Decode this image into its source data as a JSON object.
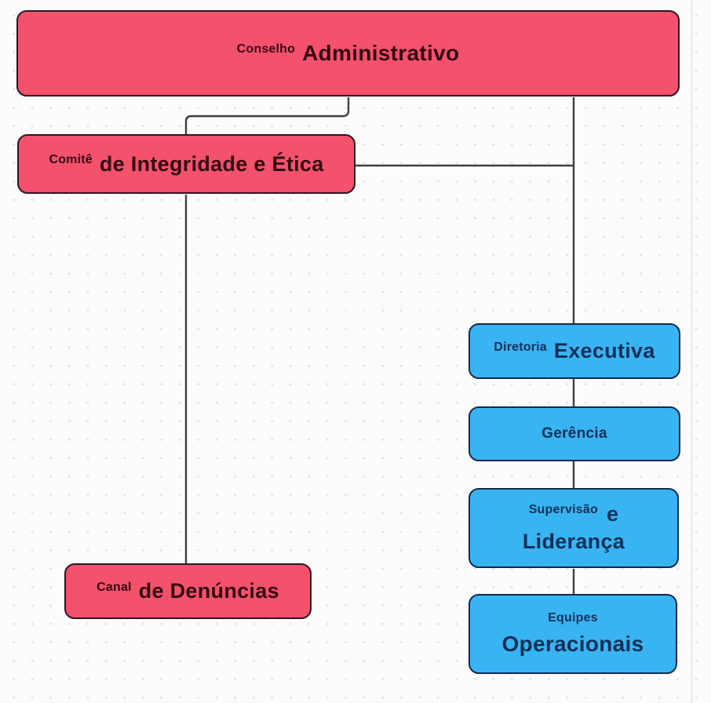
{
  "diagram": {
    "type": "org-chart",
    "nodes": {
      "conselho": {
        "prefix": "Conselho",
        "label": "Administrativo",
        "color_role": "red"
      },
      "comite": {
        "prefix": "Comitê",
        "label": "de Integridade e Ética",
        "color_role": "red"
      },
      "canal": {
        "prefix": "Canal",
        "label": "de Denúncias",
        "color_role": "red"
      },
      "diretoria": {
        "prefix": "Diretoria",
        "label": "Executiva",
        "color_role": "blue"
      },
      "gerencia": {
        "label": "Gerência",
        "color_role": "blue"
      },
      "supervisao": {
        "prefix": "Supervisão",
        "label": "e",
        "label2": "Liderança",
        "color_role": "blue"
      },
      "equipes": {
        "prefix": "Equipes",
        "label": "Operacionais",
        "color_role": "blue"
      }
    },
    "edges": [
      {
        "from": "conselho",
        "to": "comite"
      },
      {
        "from": "conselho",
        "to": "diretoria"
      },
      {
        "from": "comite",
        "to": "diretoria"
      },
      {
        "from": "comite",
        "to": "canal"
      },
      {
        "from": "diretoria",
        "to": "gerencia"
      },
      {
        "from": "gerencia",
        "to": "supervisao"
      },
      {
        "from": "supervisao",
        "to": "equipes"
      }
    ],
    "colors": {
      "red_fill": "#f4516c",
      "red_border": "#2a1426",
      "red_text": "#330811",
      "blue_fill": "#39b4f2",
      "blue_border": "#14294a",
      "blue_text": "#0f3058",
      "connector": "#3f3f3f",
      "background": "#fcfcfc",
      "dot_grid": "#e3e3e3"
    }
  }
}
